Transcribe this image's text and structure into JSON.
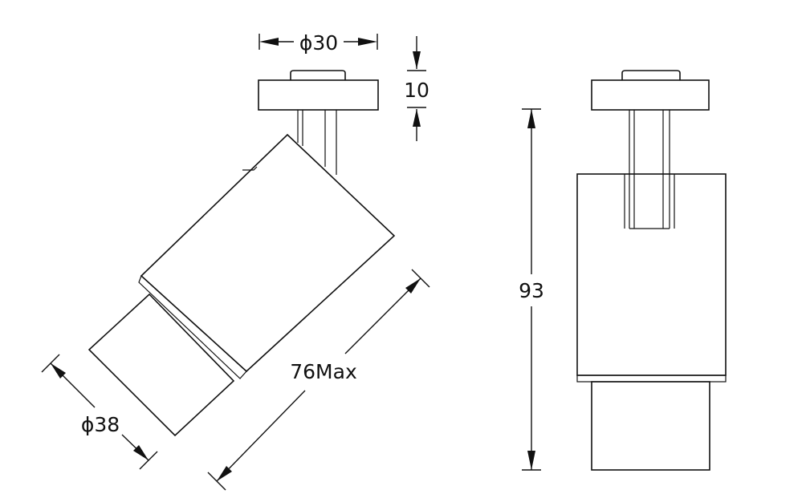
{
  "dimensions": {
    "mount_diameter": "ϕ30",
    "mount_height": "10",
    "body_diameter": "ϕ38",
    "max_length": "76Max",
    "total_height": "93"
  }
}
